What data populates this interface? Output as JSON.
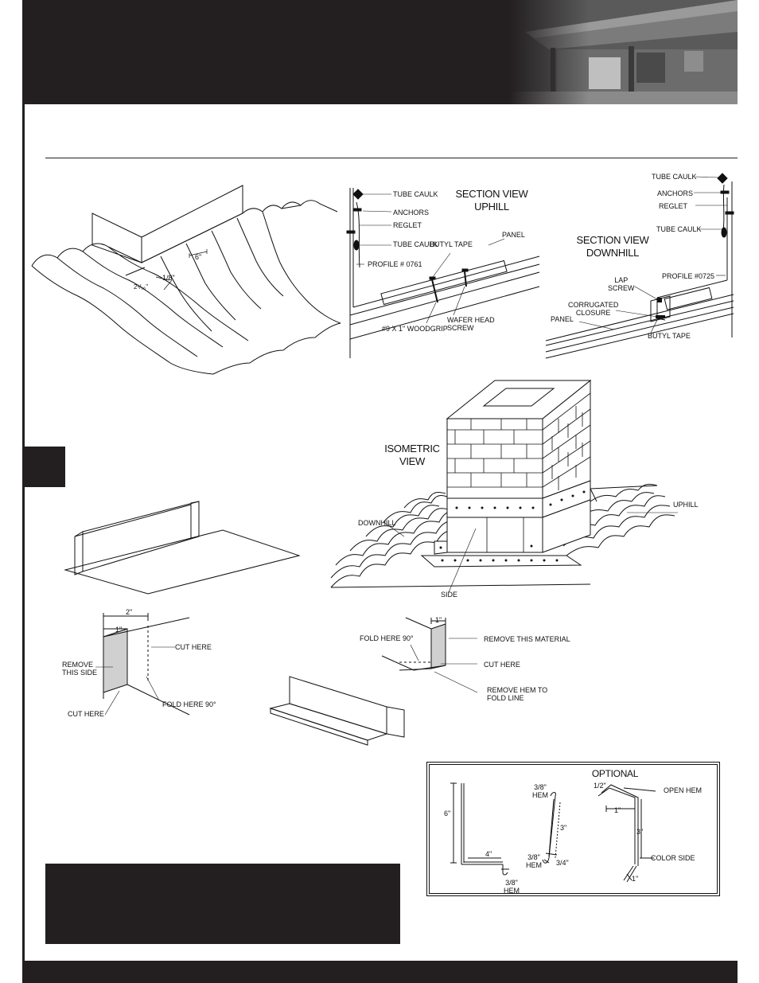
{
  "header": {
    "photo_icon": "house-porch-photo"
  },
  "colors": {
    "dark": "#231f20",
    "ink": "#111111",
    "fill_gray": "#d0d0d0"
  },
  "fig_flashing": {
    "dim_6": "6\"",
    "dim_1_8": "1/8\"",
    "dim_2_1_16": "2¹/₁₆\""
  },
  "section_uphill": {
    "title": "SECTION VIEW\nUPHILL",
    "labels": {
      "tube_caulk_1": "TUBE CAULK",
      "anchors": "ANCHORS",
      "reglet": "REGLET",
      "tube_caulk_2": "TUBE CAULK",
      "butyl_tape": "BUTYL TAPE",
      "panel": "PANEL",
      "profile": "PROFILE # 0761",
      "woodgrip": "#9 X 1\" WOODGRIP",
      "wafer": "WAFER HEAD\nSCREW"
    }
  },
  "section_downhill": {
    "title": "SECTION VIEW\nDOWNHILL",
    "labels": {
      "tube_caulk_1": "TUBE CAULK",
      "anchors": "ANCHORS",
      "reglet": "REGLET",
      "tube_caulk_2": "TUBE CAULK",
      "profile": "PROFILE #0725",
      "lap_screw": "LAP\nSCREW",
      "closure": "CORRUGATED\nCLOSURE",
      "panel": "PANEL",
      "butyl_tape": "BUTYL TAPE"
    }
  },
  "isometric": {
    "title": "ISOMETRIC\nVIEW",
    "downhill": "DOWNHILL",
    "uphill": "UPHILL",
    "side": "SIDE"
  },
  "cut_left": {
    "dim_2": "2\"",
    "dim_1": "1\"",
    "remove": "REMOVE\nTHIS SIDE",
    "cut_top": "CUT HERE",
    "cut_bottom": "CUT HERE",
    "fold": "FOLD HERE 90°"
  },
  "cut_right": {
    "dim_1": "1\"",
    "fold": "FOLD HERE 90°",
    "remove": "REMOVE THIS MATERIAL",
    "cut": "CUT HERE",
    "hem": "REMOVE HEM TO\nFOLD LINE"
  },
  "profiles": {
    "optional": "OPTIONAL",
    "dim_6": "6\"",
    "dim_4": "4\"",
    "hem_bottom": "3/8\"\nHEM",
    "hem_top": "3/8\"\nHEM",
    "dim_3": "3\"",
    "hem_mid": "3/8\"\nHEM",
    "dim_3_4": "3/4\"",
    "dim_1_2": "1/2\"",
    "open_hem": "OPEN HEM",
    "dim_1_top": "1\"",
    "dim_3_opt": "3\"",
    "color_side": "COLOR SIDE",
    "dim_1_bottom": "1\""
  }
}
